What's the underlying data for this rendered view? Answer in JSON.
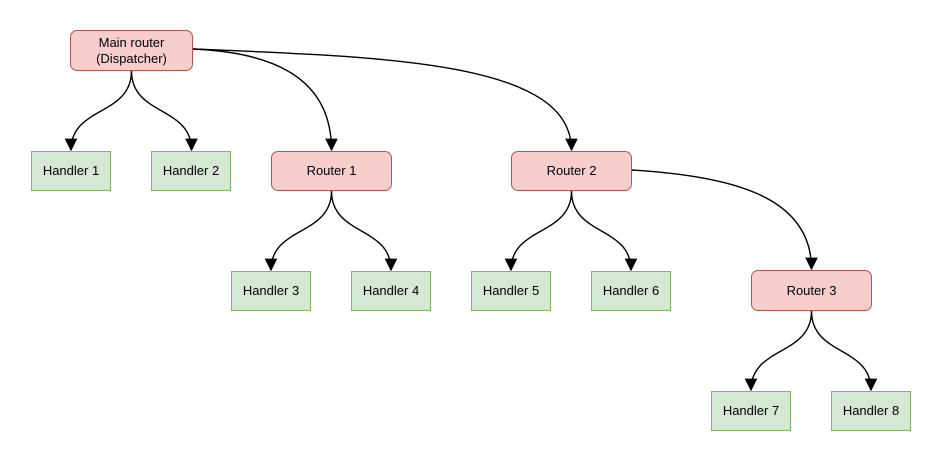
{
  "diagram": {
    "type": "tree-flowchart",
    "colors": {
      "router_fill": "#f8cecc",
      "router_border": "#b85450",
      "handler_fill": "#d5e8d4",
      "handler_border": "#82b366",
      "edge_stroke": "#000000",
      "text": "#000000",
      "background": "#ffffff"
    },
    "nodes": [
      {
        "id": "main-router",
        "type": "router",
        "label": "Main router\n(Dispatcher)"
      },
      {
        "id": "handler-1",
        "type": "handler",
        "label": "Handler 1"
      },
      {
        "id": "handler-2",
        "type": "handler",
        "label": "Handler 2"
      },
      {
        "id": "router-1",
        "type": "router",
        "label": "Router 1"
      },
      {
        "id": "router-2",
        "type": "router",
        "label": "Router 2"
      },
      {
        "id": "handler-3",
        "type": "handler",
        "label": "Handler 3"
      },
      {
        "id": "handler-4",
        "type": "handler",
        "label": "Handler 4"
      },
      {
        "id": "handler-5",
        "type": "handler",
        "label": "Handler 5"
      },
      {
        "id": "handler-6",
        "type": "handler",
        "label": "Handler 6"
      },
      {
        "id": "router-3",
        "type": "router",
        "label": "Router 3"
      },
      {
        "id": "handler-7",
        "type": "handler",
        "label": "Handler 7"
      },
      {
        "id": "handler-8",
        "type": "handler",
        "label": "Handler 8"
      }
    ],
    "edges": [
      {
        "from": "main-router",
        "to": "handler-1"
      },
      {
        "from": "main-router",
        "to": "handler-2"
      },
      {
        "from": "main-router",
        "to": "router-1"
      },
      {
        "from": "main-router",
        "to": "router-2"
      },
      {
        "from": "router-1",
        "to": "handler-3"
      },
      {
        "from": "router-1",
        "to": "handler-4"
      },
      {
        "from": "router-2",
        "to": "handler-5"
      },
      {
        "from": "router-2",
        "to": "handler-6"
      },
      {
        "from": "router-2",
        "to": "router-3"
      },
      {
        "from": "router-3",
        "to": "handler-7"
      },
      {
        "from": "router-3",
        "to": "handler-8"
      }
    ]
  }
}
